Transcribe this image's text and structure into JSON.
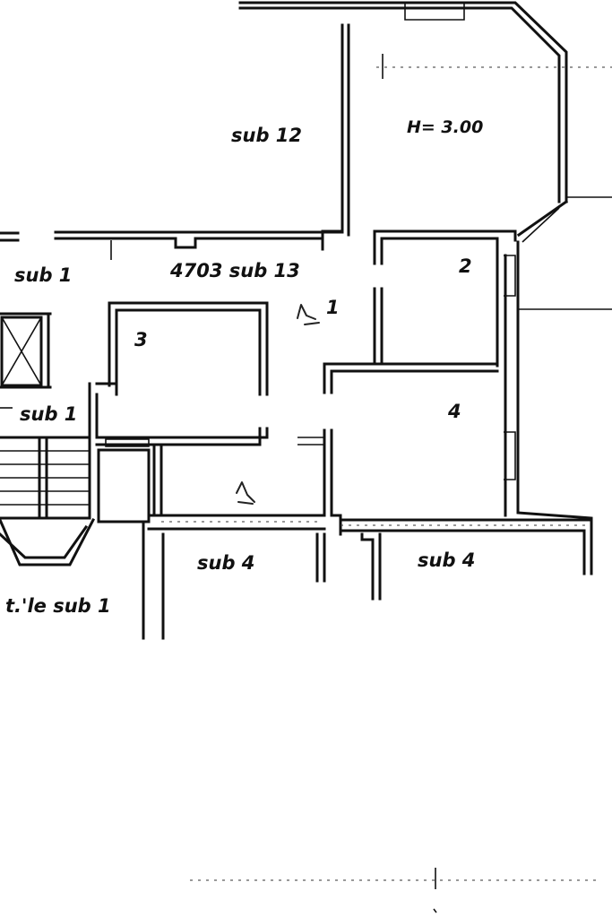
{
  "labels": {
    "sub_12": "sub 12",
    "height": "H= 3.00",
    "sub_1_top": "sub 1",
    "unit_13": "4703 sub 13",
    "sub_1_mid": "sub 1",
    "sub_4_left": "sub 4",
    "sub_4_right": "sub 4",
    "courtyard_sub_1": "t.'le sub 1"
  },
  "room_numbers": {
    "room_1": "1",
    "room_2": "2",
    "room_3": "3",
    "room_4": "4"
  },
  "colors": {
    "ink": "#111111",
    "paper": "#ffffff"
  }
}
